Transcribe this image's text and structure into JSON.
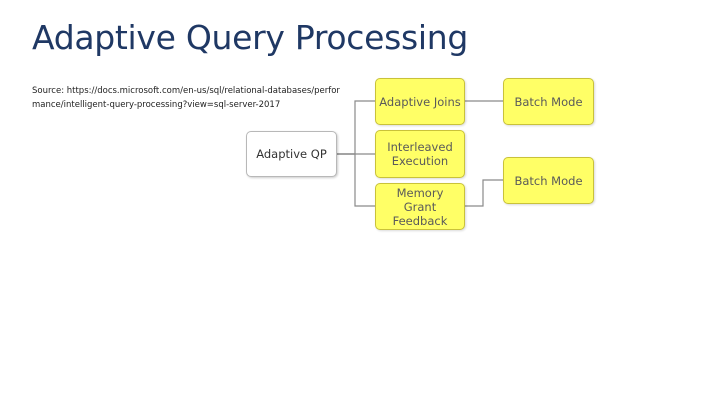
{
  "slide": {
    "title": "Adaptive Query Processing",
    "source": "Source: https://docs.microsoft.com/en-us/sql/relational-databases/performance/intelligent-query-processing?view=sql-server-2017"
  },
  "diagram": {
    "root": "Adaptive QP",
    "features": [
      "Adaptive Joins",
      "Interleaved Execution",
      "Memory Grant Feedback"
    ],
    "modes": [
      "Batch Mode",
      "Batch Mode"
    ],
    "colors": {
      "feature_fill": "#ffff66",
      "feature_border": "#c9c23a",
      "root_border": "#b8b8b8",
      "connector": "#8a8a8a"
    }
  }
}
